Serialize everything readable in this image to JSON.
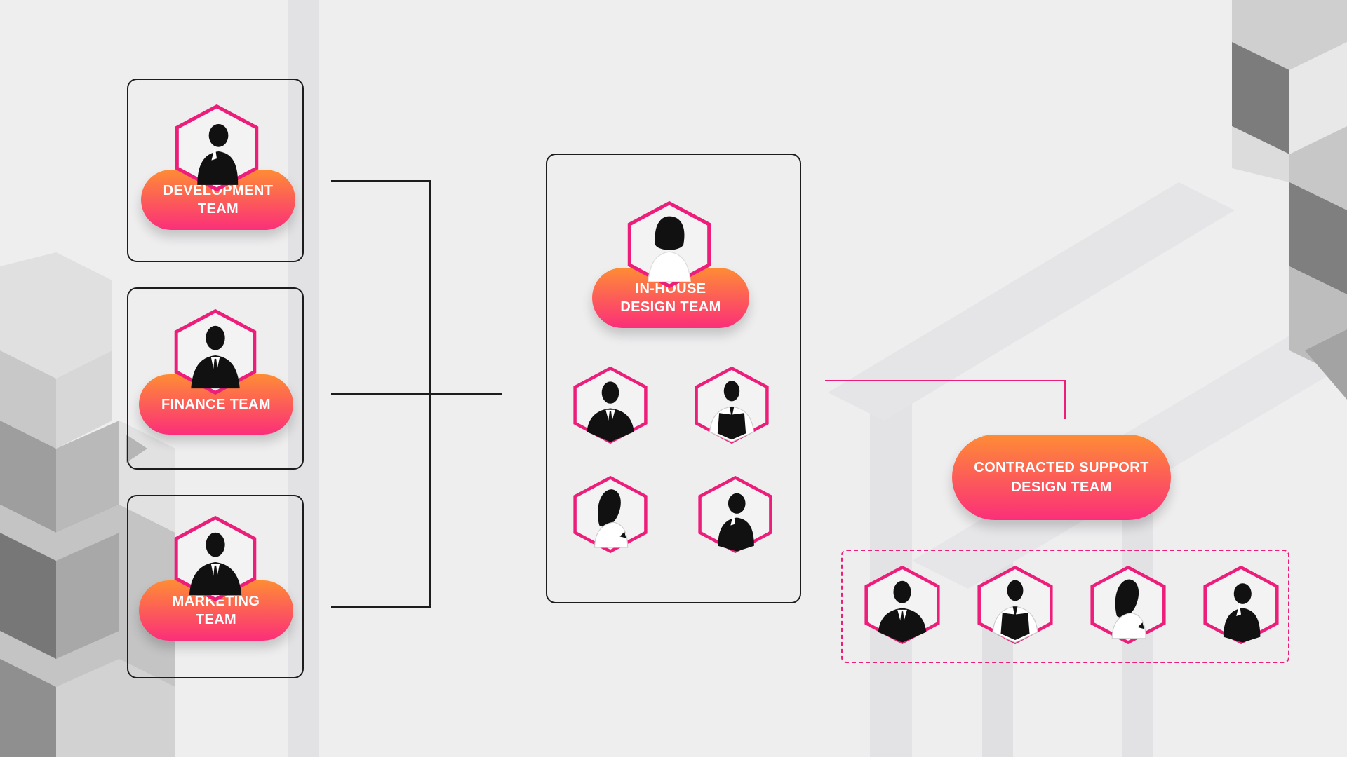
{
  "colors": {
    "background": "#eeeeef",
    "accent_pink": "#ec1e7a",
    "gradient_top": "#fe8c35",
    "gradient_bottom": "#fb2f79",
    "line_dark": "#1c1c1c"
  },
  "teams": {
    "development": {
      "label_line1": "DEVELOPMENT",
      "label_line2": "TEAM",
      "icon": "person-thinking-icon"
    },
    "finance": {
      "label": "FINANCE TEAM",
      "icon": "businessman-icon"
    },
    "marketing": {
      "label_line1": "MARKETING",
      "label_line2": "TEAM",
      "icon": "businessman-icon"
    }
  },
  "inhouse": {
    "label_line1": "IN-HOUSE",
    "label_line2": "DESIGN TEAM",
    "lead_icon": "woman-icon",
    "member_icons": [
      "businessman-tie-icon",
      "businessman-vest-icon",
      "woman-longhair-icon",
      "person-thinking-icon"
    ]
  },
  "contracted": {
    "label_line1": "CONTRACTED SUPPORT",
    "label_line2": "DESIGN TEAM",
    "member_icons": [
      "businessman-tie-icon",
      "businessman-vest-icon",
      "woman-longhair-icon",
      "person-thinking-icon"
    ]
  }
}
